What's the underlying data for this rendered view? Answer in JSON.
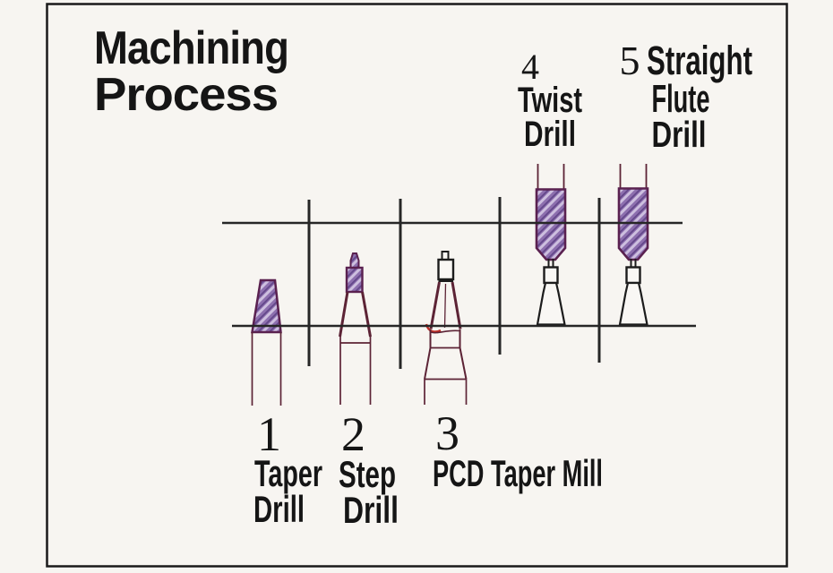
{
  "title": {
    "lines": [
      "Machining",
      "Process"
    ]
  },
  "tools": [
    {
      "number": "1",
      "name": "Taper Drill",
      "label_lines": [
        "Taper",
        "Drill"
      ]
    },
    {
      "number": "2",
      "name": "Step Drill",
      "label_lines": [
        "Step",
        "Drill"
      ]
    },
    {
      "number": "3",
      "name": "PCD Taper Mill",
      "label_lines": [
        "PCD Taper Mill"
      ]
    },
    {
      "number": "4",
      "name": "Twist Drill",
      "label_lines": [
        "Twist",
        "Drill"
      ]
    },
    {
      "number": "5",
      "name": "Straight Flute Drill",
      "label_lines": [
        "Straight",
        "Flute",
        "Drill"
      ]
    }
  ],
  "colors": {
    "background": "#f7f5f1",
    "paper": "#f9f7f4",
    "frame": "#1a1a1a",
    "text": "#151515",
    "grid_line": "#262626",
    "tool_outline_maroon": "#5c2335",
    "tool_outline_dark": "#1c1c1c",
    "hatch_outline": "#5a2150",
    "hatch_base": "#8d6fae",
    "hatch_light": "#cdbfdf",
    "hatch_dark": "#63478a",
    "red_accent": "#c13129"
  }
}
